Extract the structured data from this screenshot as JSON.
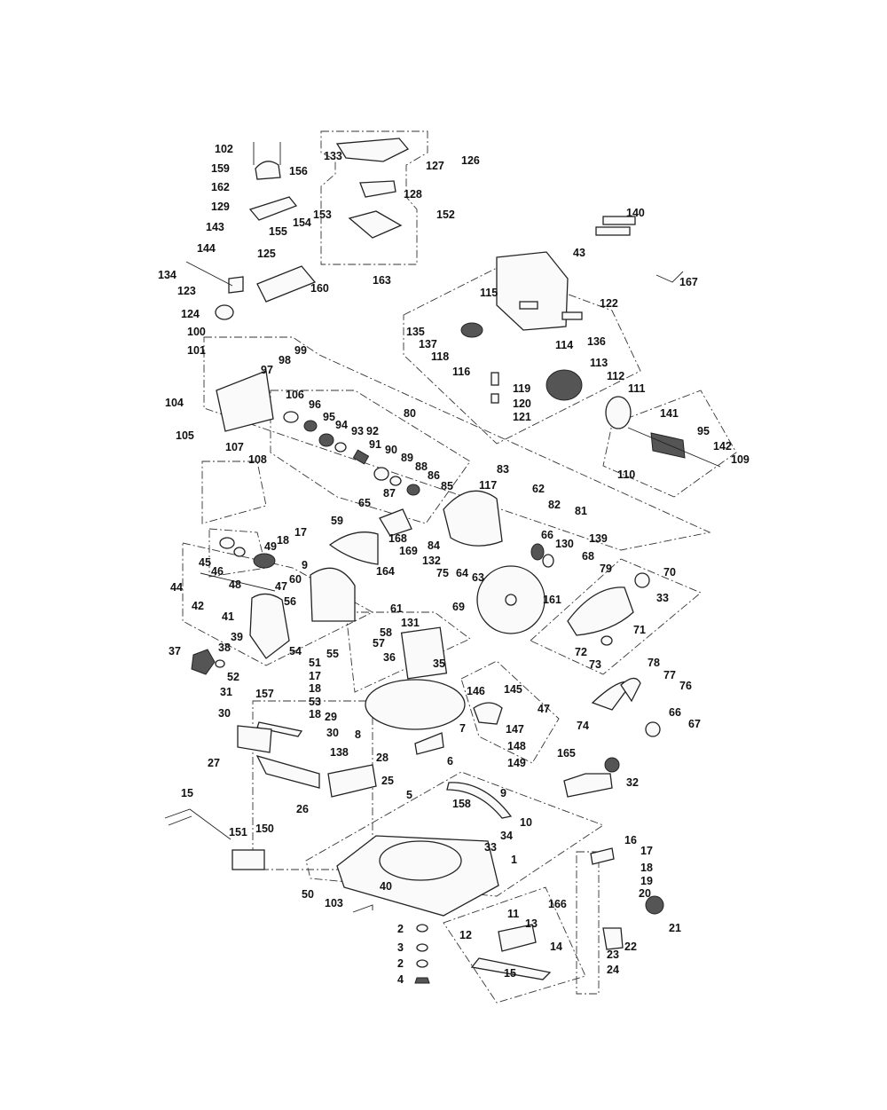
{
  "diagram": {
    "type": "exploded-parts-diagram",
    "part_labels": [
      {
        "id": "102"
      },
      {
        "id": "159"
      },
      {
        "id": "156"
      },
      {
        "id": "162"
      },
      {
        "id": "129"
      },
      {
        "id": "154"
      },
      {
        "id": "153"
      },
      {
        "id": "155"
      },
      {
        "id": "143"
      },
      {
        "id": "144"
      },
      {
        "id": "125"
      },
      {
        "id": "134"
      },
      {
        "id": "123"
      },
      {
        "id": "160"
      },
      {
        "id": "124"
      },
      {
        "id": "133"
      },
      {
        "id": "127"
      },
      {
        "id": "126"
      },
      {
        "id": "128"
      },
      {
        "id": "152"
      },
      {
        "id": "163"
      },
      {
        "id": "140"
      },
      {
        "id": "43"
      },
      {
        "id": "167"
      },
      {
        "id": "115"
      },
      {
        "id": "122"
      },
      {
        "id": "135"
      },
      {
        "id": "137"
      },
      {
        "id": "136"
      },
      {
        "id": "118"
      },
      {
        "id": "114"
      },
      {
        "id": "116"
      },
      {
        "id": "113"
      },
      {
        "id": "119"
      },
      {
        "id": "112"
      },
      {
        "id": "120"
      },
      {
        "id": "121"
      },
      {
        "id": "111"
      },
      {
        "id": "141"
      },
      {
        "id": "95"
      },
      {
        "id": "142"
      },
      {
        "id": "109"
      },
      {
        "id": "110"
      },
      {
        "id": "100"
      },
      {
        "id": "101"
      },
      {
        "id": "99"
      },
      {
        "id": "98"
      },
      {
        "id": "97"
      },
      {
        "id": "106"
      },
      {
        "id": "104"
      },
      {
        "id": "105"
      },
      {
        "id": "96"
      },
      {
        "id": "95"
      },
      {
        "id": "94"
      },
      {
        "id": "93"
      },
      {
        "id": "92"
      },
      {
        "id": "80"
      },
      {
        "id": "91"
      },
      {
        "id": "107"
      },
      {
        "id": "90"
      },
      {
        "id": "108"
      },
      {
        "id": "89"
      },
      {
        "id": "88"
      },
      {
        "id": "86"
      },
      {
        "id": "87"
      },
      {
        "id": "85"
      },
      {
        "id": "83"
      },
      {
        "id": "117"
      },
      {
        "id": "62"
      },
      {
        "id": "82"
      },
      {
        "id": "81"
      },
      {
        "id": "65"
      },
      {
        "id": "59"
      },
      {
        "id": "168"
      },
      {
        "id": "169"
      },
      {
        "id": "84"
      },
      {
        "id": "132"
      },
      {
        "id": "66"
      },
      {
        "id": "130"
      },
      {
        "id": "139"
      },
      {
        "id": "68"
      },
      {
        "id": "79"
      },
      {
        "id": "70"
      },
      {
        "id": "75"
      },
      {
        "id": "64"
      },
      {
        "id": "63"
      },
      {
        "id": "161"
      },
      {
        "id": "33"
      },
      {
        "id": "69"
      },
      {
        "id": "71"
      },
      {
        "id": "72"
      },
      {
        "id": "73"
      },
      {
        "id": "17"
      },
      {
        "id": "18"
      },
      {
        "id": "45"
      },
      {
        "id": "49"
      },
      {
        "id": "46"
      },
      {
        "id": "9"
      },
      {
        "id": "164"
      },
      {
        "id": "48"
      },
      {
        "id": "60"
      },
      {
        "id": "44"
      },
      {
        "id": "47"
      },
      {
        "id": "56"
      },
      {
        "id": "61"
      },
      {
        "id": "42"
      },
      {
        "id": "58"
      },
      {
        "id": "131"
      },
      {
        "id": "41"
      },
      {
        "id": "57"
      },
      {
        "id": "39"
      },
      {
        "id": "54"
      },
      {
        "id": "55"
      },
      {
        "id": "38"
      },
      {
        "id": "51"
      },
      {
        "id": "36"
      },
      {
        "id": "35"
      },
      {
        "id": "37"
      },
      {
        "id": "52"
      },
      {
        "id": "17"
      },
      {
        "id": "18"
      },
      {
        "id": "53"
      },
      {
        "id": "18"
      },
      {
        "id": "31"
      },
      {
        "id": "157"
      },
      {
        "id": "30"
      },
      {
        "id": "29"
      },
      {
        "id": "30"
      },
      {
        "id": "8"
      },
      {
        "id": "7"
      },
      {
        "id": "146"
      },
      {
        "id": "145"
      },
      {
        "id": "47"
      },
      {
        "id": "147"
      },
      {
        "id": "78"
      },
      {
        "id": "77"
      },
      {
        "id": "76"
      },
      {
        "id": "74"
      },
      {
        "id": "66"
      },
      {
        "id": "67"
      },
      {
        "id": "148"
      },
      {
        "id": "165"
      },
      {
        "id": "149"
      },
      {
        "id": "27"
      },
      {
        "id": "138"
      },
      {
        "id": "28"
      },
      {
        "id": "6"
      },
      {
        "id": "25"
      },
      {
        "id": "32"
      },
      {
        "id": "5"
      },
      {
        "id": "26"
      },
      {
        "id": "9"
      },
      {
        "id": "158"
      },
      {
        "id": "10"
      },
      {
        "id": "15"
      },
      {
        "id": "34"
      },
      {
        "id": "150"
      },
      {
        "id": "151"
      },
      {
        "id": "33"
      },
      {
        "id": "16"
      },
      {
        "id": "17"
      },
      {
        "id": "1"
      },
      {
        "id": "18"
      },
      {
        "id": "19"
      },
      {
        "id": "50"
      },
      {
        "id": "40"
      },
      {
        "id": "20"
      },
      {
        "id": "166"
      },
      {
        "id": "103"
      },
      {
        "id": "11"
      },
      {
        "id": "21"
      },
      {
        "id": "2"
      },
      {
        "id": "13"
      },
      {
        "id": "12"
      },
      {
        "id": "22"
      },
      {
        "id": "3"
      },
      {
        "id": "14"
      },
      {
        "id": "23"
      },
      {
        "id": "2"
      },
      {
        "id": "15"
      },
      {
        "id": "24"
      },
      {
        "id": "4"
      }
    ]
  }
}
